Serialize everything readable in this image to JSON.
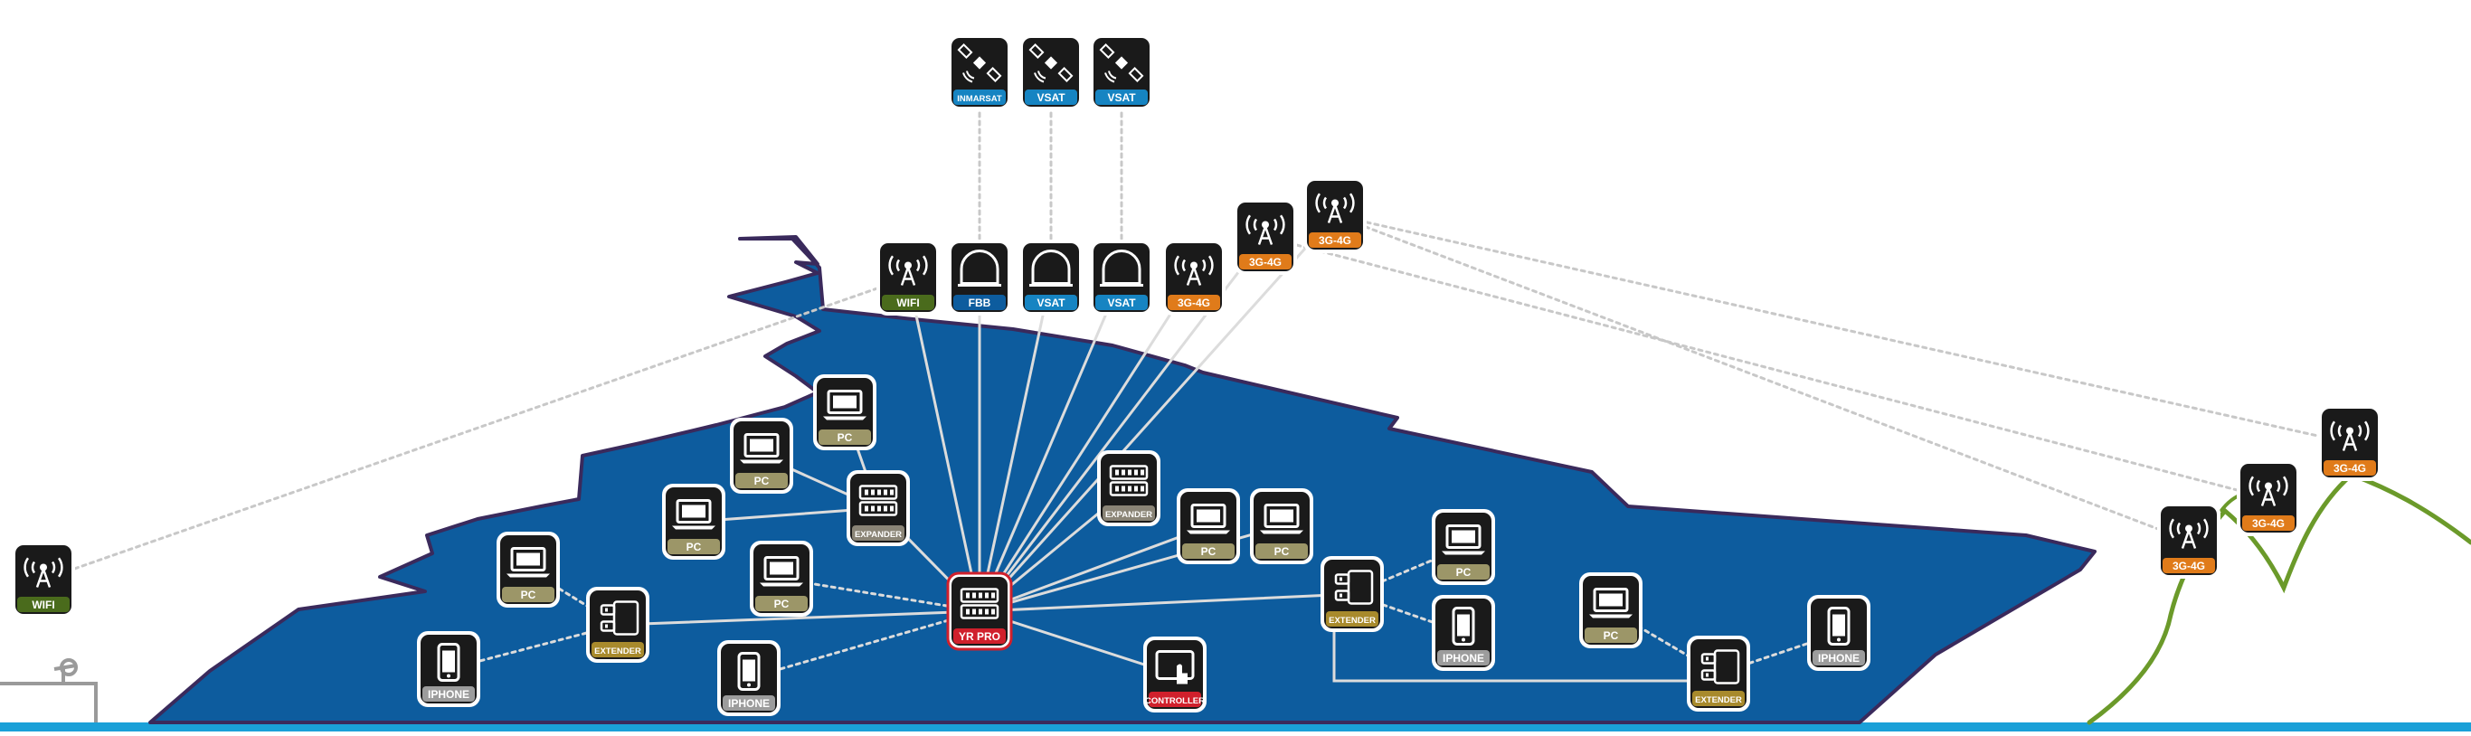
{
  "colors": {
    "hull": "#0d5c9e",
    "hull_outline": "#3a2a5c",
    "water": "#1aa0d8",
    "wifi": "#4a6b1c",
    "fbb": "#0d5c9e",
    "vsat": "#1684c2",
    "inmarsat": "#1684c2",
    "cellular": "#e07b1a",
    "pc": "#9c9668",
    "expander": "#8a8476",
    "extender": "#a88a2c",
    "iphone": "#9c9c9c",
    "controller": "#d0202c",
    "router": "#d0202c",
    "coast": "#6b9a2a",
    "link": "#d0d0d0",
    "tile_bg": "#1a1a1a"
  },
  "nodes": [
    {
      "id": "inmarsat-sat",
      "kind": "satellite",
      "label": "INMARSAT",
      "band": "inmarsat"
    },
    {
      "id": "vsat-sat-1",
      "kind": "satellite",
      "label": "VSAT",
      "band": "vsat"
    },
    {
      "id": "vsat-sat-2",
      "kind": "satellite",
      "label": "VSAT",
      "band": "vsat"
    },
    {
      "id": "wifi-mast",
      "kind": "antenna",
      "label": "WIFI",
      "band": "wifi"
    },
    {
      "id": "fbb-dome",
      "kind": "dome",
      "label": "FBB",
      "band": "fbb"
    },
    {
      "id": "vsat-dome-1",
      "kind": "dome",
      "label": "VSAT",
      "band": "vsat"
    },
    {
      "id": "vsat-dome-2",
      "kind": "dome",
      "label": "VSAT",
      "band": "vsat"
    },
    {
      "id": "cell-1",
      "kind": "antenna",
      "label": "3G-4G",
      "band": "cellular"
    },
    {
      "id": "cell-2",
      "kind": "antenna",
      "label": "3G-4G",
      "band": "cellular"
    },
    {
      "id": "cell-3",
      "kind": "antenna",
      "label": "3G-4G",
      "band": "cellular"
    },
    {
      "id": "shore-wifi",
      "kind": "antenna",
      "label": "WIFI",
      "band": "wifi"
    },
    {
      "id": "tower-1",
      "kind": "antenna",
      "label": "3G-4G",
      "band": "cellular"
    },
    {
      "id": "tower-2",
      "kind": "antenna",
      "label": "3G-4G",
      "band": "cellular"
    },
    {
      "id": "tower-3",
      "kind": "antenna",
      "label": "3G-4G",
      "band": "cellular"
    },
    {
      "id": "router",
      "kind": "router",
      "label": "YR PRO",
      "band": "router"
    },
    {
      "id": "expander-1",
      "kind": "expander",
      "label": "EXPANDER",
      "band": "expander"
    },
    {
      "id": "expander-2",
      "kind": "expander",
      "label": "EXPANDER",
      "band": "expander"
    },
    {
      "id": "extender-1",
      "kind": "extender",
      "label": "EXTENDER",
      "band": "extender"
    },
    {
      "id": "extender-2",
      "kind": "extender",
      "label": "EXTENDER",
      "band": "extender"
    },
    {
      "id": "extender-3",
      "kind": "extender",
      "label": "EXTENDER",
      "band": "extender"
    },
    {
      "id": "controller",
      "kind": "controller",
      "label": "CONTROLLER",
      "band": "controller"
    },
    {
      "id": "pc-1",
      "kind": "pc",
      "label": "PC",
      "band": "pc"
    },
    {
      "id": "pc-2",
      "kind": "pc",
      "label": "PC",
      "band": "pc"
    },
    {
      "id": "pc-3",
      "kind": "pc",
      "label": "PC",
      "band": "pc"
    },
    {
      "id": "pc-4",
      "kind": "pc",
      "label": "PC",
      "band": "pc"
    },
    {
      "id": "pc-5",
      "kind": "pc",
      "label": "PC",
      "band": "pc"
    },
    {
      "id": "pc-6",
      "kind": "pc",
      "label": "PC",
      "band": "pc"
    },
    {
      "id": "pc-7",
      "kind": "pc",
      "label": "PC",
      "band": "pc"
    },
    {
      "id": "pc-8",
      "kind": "pc",
      "label": "PC",
      "band": "pc"
    },
    {
      "id": "pc-9",
      "kind": "pc",
      "label": "PC",
      "band": "pc"
    },
    {
      "id": "pc-10",
      "kind": "pc",
      "label": "PC",
      "band": "pc"
    },
    {
      "id": "iphone-1",
      "kind": "phone",
      "label": "IPHONE",
      "band": "iphone"
    },
    {
      "id": "iphone-2",
      "kind": "phone",
      "label": "IPHONE",
      "band": "iphone"
    },
    {
      "id": "iphone-3",
      "kind": "phone",
      "label": "IPHONE",
      "band": "iphone"
    },
    {
      "id": "iphone-4",
      "kind": "phone",
      "label": "IPHONE",
      "band": "iphone"
    }
  ],
  "links": [
    {
      "from": "router",
      "to": "wifi-mast",
      "style": "solid"
    },
    {
      "from": "router",
      "to": "fbb-dome",
      "style": "solid"
    },
    {
      "from": "router",
      "to": "vsat-dome-1",
      "style": "solid"
    },
    {
      "from": "router",
      "to": "vsat-dome-2",
      "style": "solid"
    },
    {
      "from": "router",
      "to": "cell-1",
      "style": "solid"
    },
    {
      "from": "router",
      "to": "cell-2",
      "style": "solid"
    },
    {
      "from": "router",
      "to": "cell-3",
      "style": "solid"
    },
    {
      "from": "router",
      "to": "expander-1",
      "style": "solid"
    },
    {
      "from": "router",
      "to": "expander-2",
      "style": "solid"
    },
    {
      "from": "router",
      "to": "extender-1",
      "style": "solid"
    },
    {
      "from": "router",
      "to": "extender-2",
      "style": "solid"
    },
    {
      "from": "router",
      "to": "controller",
      "style": "solid"
    },
    {
      "from": "router",
      "to": "pc-5",
      "style": "dotted"
    },
    {
      "from": "router",
      "to": "pc-7",
      "style": "solid"
    },
    {
      "from": "router",
      "to": "pc-8",
      "style": "solid"
    },
    {
      "from": "router",
      "to": "iphone-2",
      "style": "dotted"
    },
    {
      "from": "expander-1",
      "to": "pc-3",
      "style": "solid"
    },
    {
      "from": "expander-1",
      "to": "pc-4",
      "style": "solid"
    },
    {
      "from": "expander-1",
      "to": "pc-2",
      "style": "solid"
    },
    {
      "from": "extender-1",
      "to": "pc-1",
      "style": "dotted"
    },
    {
      "from": "extender-1",
      "to": "iphone-1",
      "style": "dotted"
    },
    {
      "from": "extender-2",
      "to": "pc-6",
      "style": "dotted"
    },
    {
      "from": "extender-2",
      "to": "iphone-3",
      "style": "dotted"
    },
    {
      "from": "extender-2",
      "to": "extender-3",
      "style": "elbow"
    },
    {
      "from": "extender-3",
      "to": "pc-9",
      "style": "dotted"
    },
    {
      "from": "extender-3",
      "to": "iphone-4",
      "style": "dotted"
    },
    {
      "from": "inmarsat-sat",
      "to": "fbb-dome",
      "style": "dotted"
    },
    {
      "from": "vsat-sat-1",
      "to": "vsat-dome-1",
      "style": "dotted"
    },
    {
      "from": "vsat-sat-2",
      "to": "vsat-dome-2",
      "style": "dotted"
    },
    {
      "from": "wifi-mast",
      "to": "shore-wifi",
      "style": "dotted"
    },
    {
      "from": "cell-3",
      "to": "tower-1",
      "style": "dotted"
    },
    {
      "from": "cell-2",
      "to": "tower-2",
      "style": "dotted"
    },
    {
      "from": "cell-3",
      "to": "tower-3",
      "style": "dotted"
    }
  ]
}
